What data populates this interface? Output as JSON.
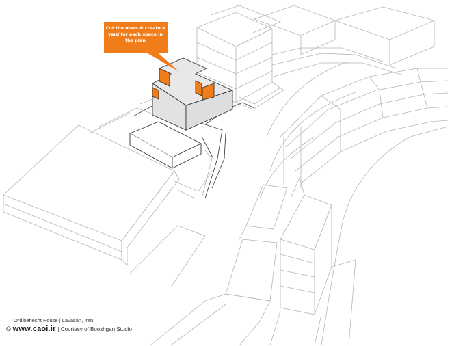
{
  "callout": {
    "text": "Cut the mass & create a yard for each space in the plan",
    "color": "#f07d1a"
  },
  "caption": {
    "project_line": "Ordibehesht House | Lavasan, Iran",
    "copyright_icon": "copyright-icon",
    "site": "www.caoi.ir",
    "credit": "| Courtesy of Boozhgan Studio"
  },
  "colors": {
    "accent": "#f07d1a",
    "mass_fill": "#e6e6e6",
    "context_line": "#b0b0b0",
    "mass_line": "#333333"
  }
}
